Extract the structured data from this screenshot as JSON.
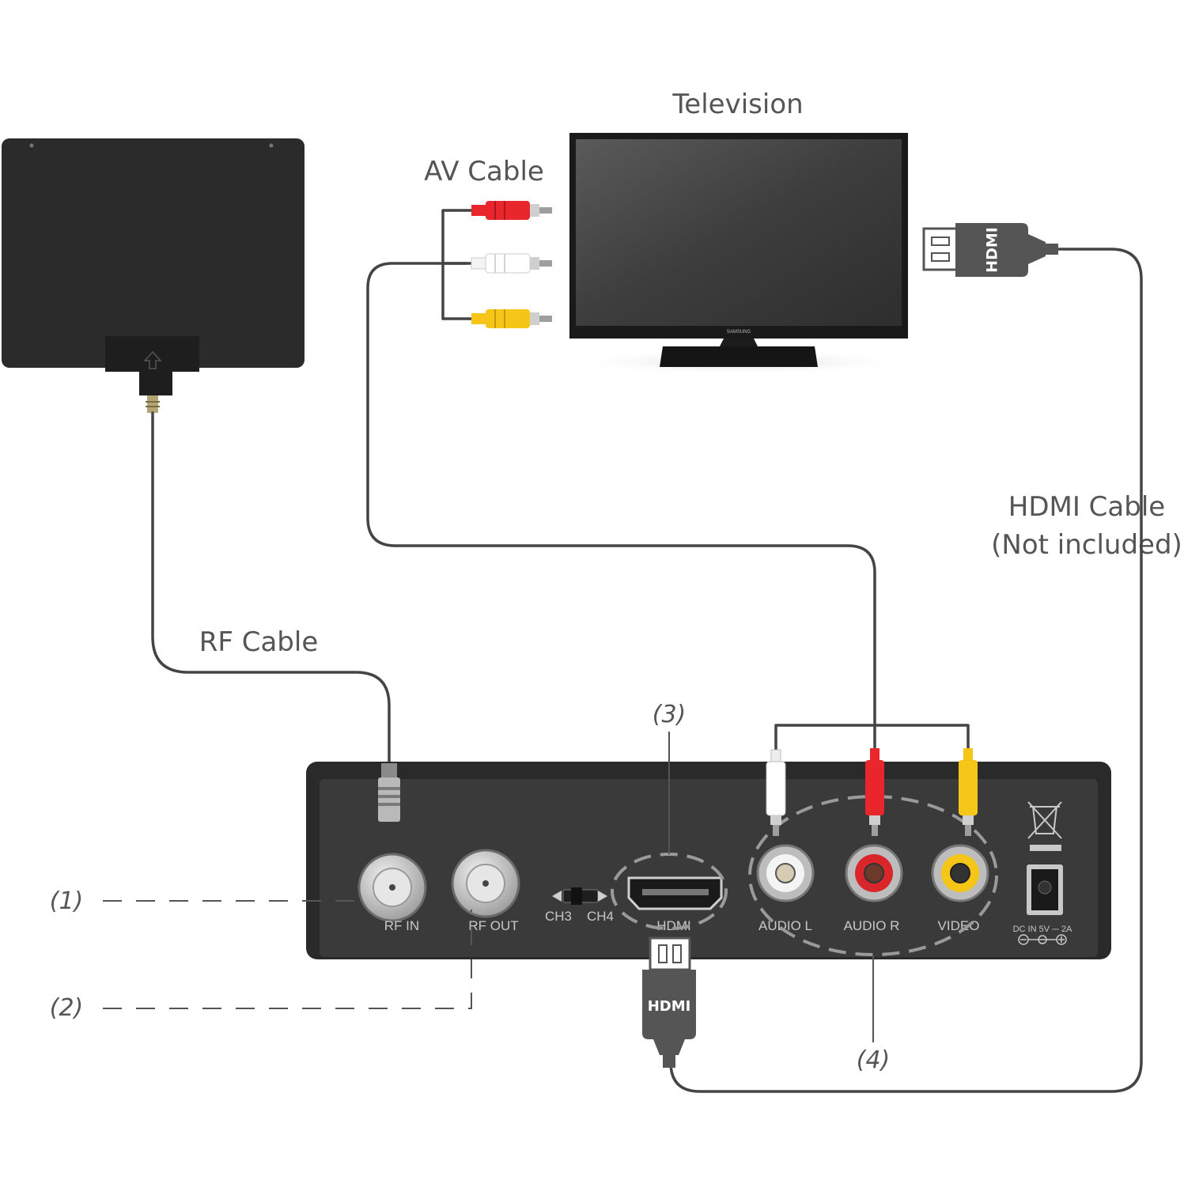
{
  "labels": {
    "television": "Television",
    "av_cable": "AV Cable",
    "rf_cable": "RF Cable",
    "hdmi_cable_line1": "HDMI Cable",
    "hdmi_cable_line2": "(Not included)"
  },
  "callouts": {
    "one": "(1)",
    "two": "(2)",
    "three": "(3)",
    "four": "(4)"
  },
  "ports": {
    "rf_in": "RF IN",
    "rf_out": "RF OUT",
    "ch3": "CH3",
    "ch4": "CH4",
    "hdmi": "HDMI",
    "audio_l": "AUDIO L",
    "audio_r": "AUDIO R",
    "video": "VIDEO",
    "dc_in": "DC IN 5V ⎓ 2A"
  },
  "brand": {
    "tv_brand": "SAMSUNG",
    "hdmi_logo": "HDMI"
  },
  "colors": {
    "audio_left_plug": "#ffffff",
    "audio_right_plug": "#e8262b",
    "video_plug": "#f5c518",
    "cable": "#444444",
    "device_body": "#3a3a3a",
    "antenna": "#2b2b2b"
  }
}
